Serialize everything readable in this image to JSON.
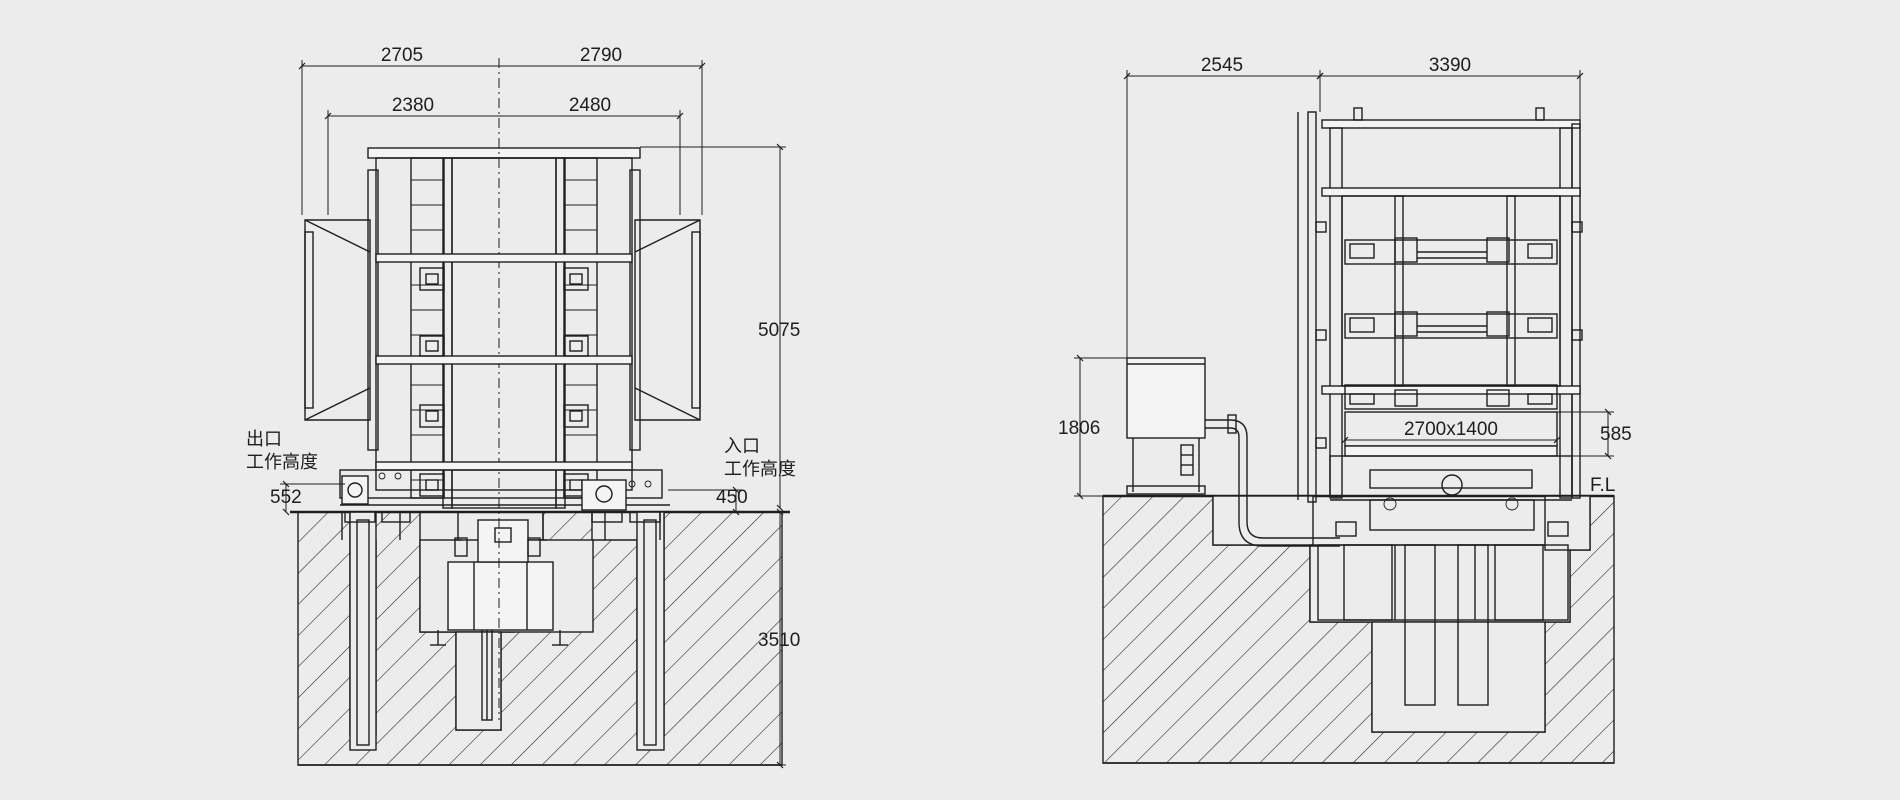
{
  "front_view": {
    "dim_top_left": "2705",
    "dim_top_right": "2790",
    "dim_inner_left": "2380",
    "dim_inner_right": "2480",
    "dim_height_above": "5075",
    "dim_pit_depth": "3510",
    "dim_outlet_height": "552",
    "dim_inlet_height": "450",
    "outlet_label_1": "出口",
    "outlet_label_2": "工作高度",
    "inlet_label_1": "入口",
    "inlet_label_2": "工作高度"
  },
  "side_view": {
    "dim_top_left": "2545",
    "dim_top_right": "3390",
    "dim_cabinet_height": "1806",
    "dim_platform": "2700x1400",
    "dim_step": "585",
    "floor_level": "F.L"
  },
  "colors": {
    "background": "#ececec",
    "line": "#1e1e1e"
  }
}
